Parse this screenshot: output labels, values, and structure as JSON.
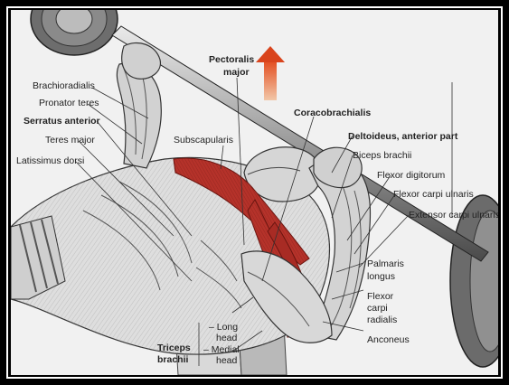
{
  "labels": {
    "brachioradialis": "Brachioradialis",
    "pronator_teres": "Pronator teres",
    "serratus_anterior": "Serratus anterior",
    "teres_major": "Teres major",
    "latissimus_dorsi": "Latissimus dorsi",
    "subscapularis": "Subscapularis",
    "pectoralis_major_1": "Pectoralis",
    "pectoralis_major_2": "major",
    "coracobrachialis": "Coracobrachialis",
    "deltoideus": "Deltoideus, anterior part",
    "biceps_brachii": "Biceps brachii",
    "flexor_digitorum": "Flexor digitorum",
    "flexor_carpi_ulnaris": "Flexor carpi ulnaris",
    "extensor_carpi_ulnaris": "Extensor carpi ulnaris",
    "palmaris_longus_1": "Palmaris",
    "palmaris_longus_2": "longus",
    "flexor_carpi_radialis_1": "Flexor",
    "flexor_carpi_radialis_2": "carpi",
    "flexor_carpi_radialis_3": "radialis",
    "anconeus": "Anconeus",
    "triceps_1": "Triceps",
    "triceps_2": "brachii",
    "long_head_1": "– Long",
    "long_head_2": "head",
    "medial_head_1": "– Medial",
    "medial_head_2": "head"
  },
  "colors": {
    "highlight_muscle": "#b5322a",
    "arrow": "#d9441c",
    "background": "#f1f1f1",
    "frame": "#000000",
    "frame_line": "#ffffff"
  }
}
